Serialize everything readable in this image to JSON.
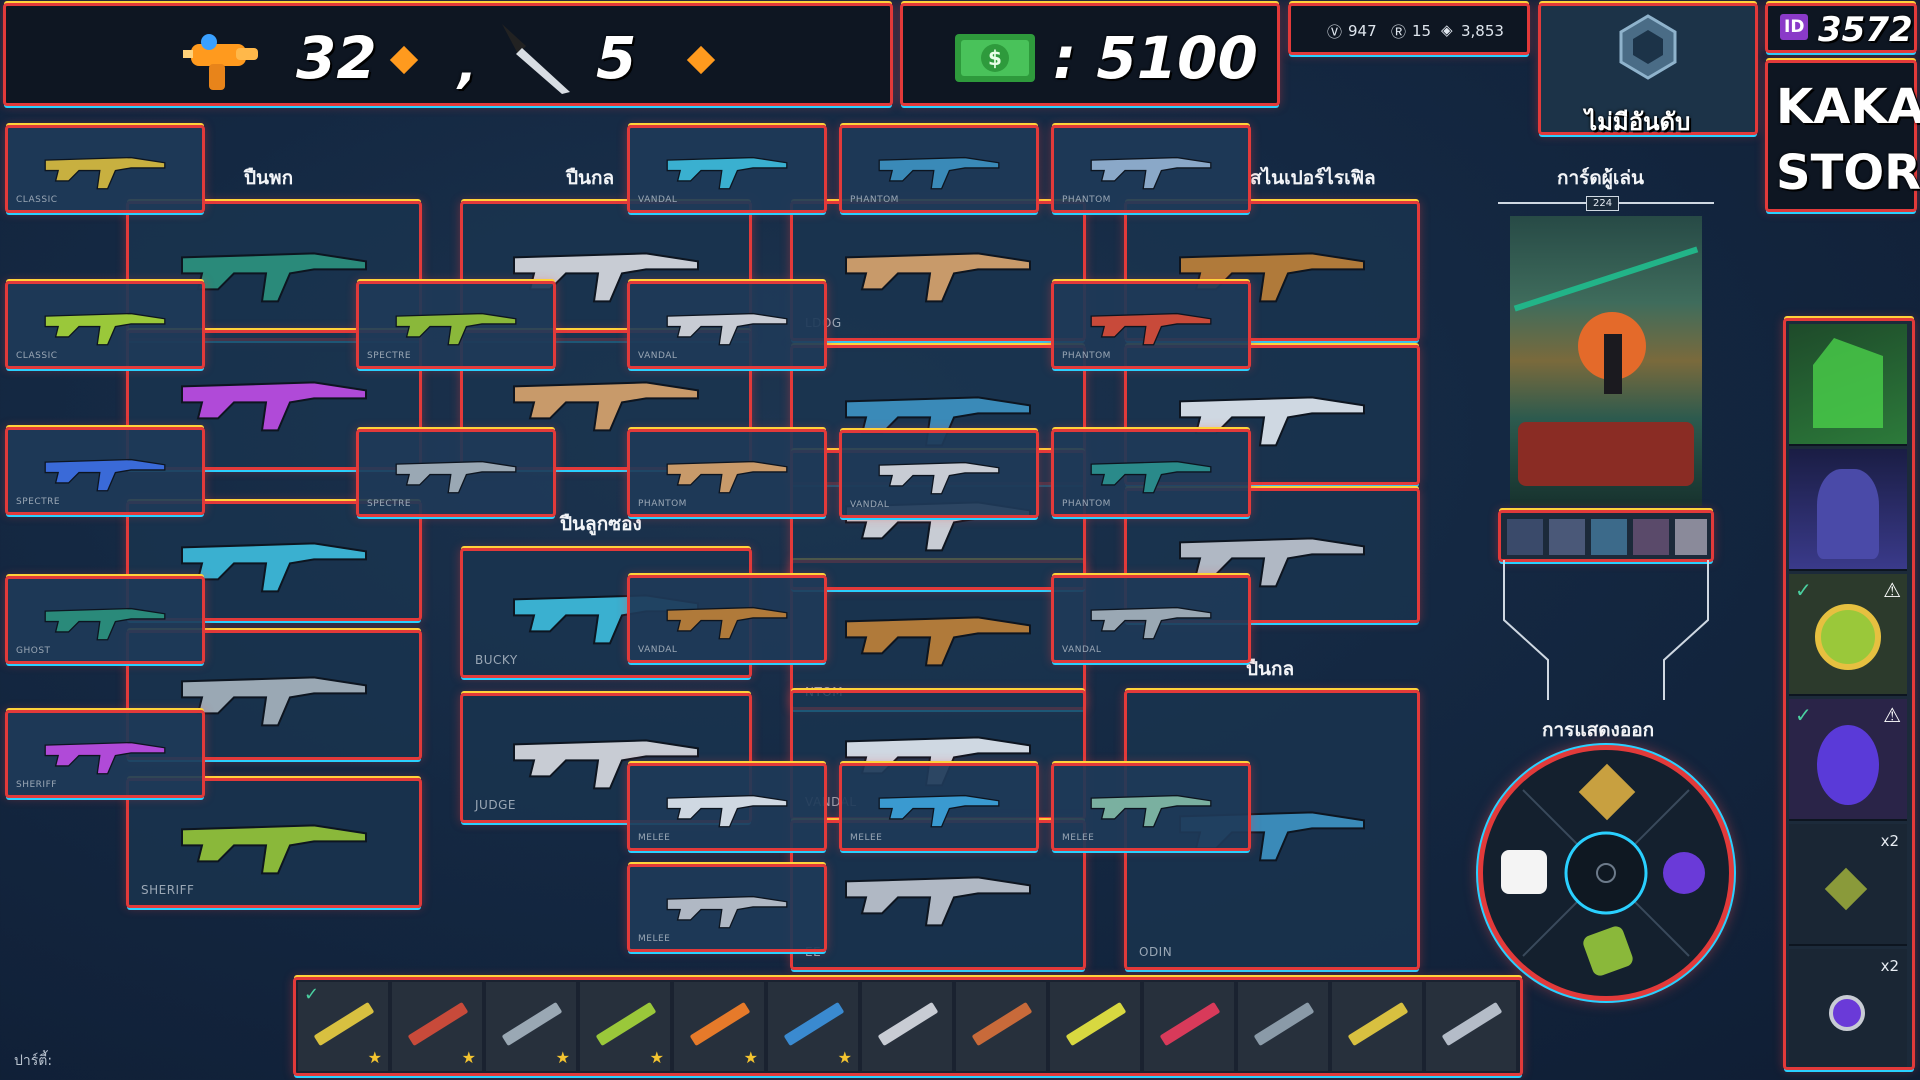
{
  "hud": {
    "kills_primary": "32",
    "separator": ",",
    "kills_melee": "5",
    "money": ": 5100",
    "stats": {
      "vp": "947",
      "rp": "15",
      "kc": "3,853"
    },
    "rank": "ไม่มีอันดับ",
    "id_label": "ID",
    "id_value": "3572"
  },
  "store": {
    "line1": "KAKAO",
    "line2": "STORE"
  },
  "categories": {
    "pistols": "ปืนพก",
    "rifles": "ปืนกล",
    "shotguns": "ปืนลูกซอง",
    "snipers": "สไนเปอร์ไรเฟิล",
    "heavy": "ปืนกล",
    "player_card": "การ์ดผู้เล่น",
    "expressions": "การแสดงออก"
  },
  "card_level": "224",
  "party_label": "ปาร์ตี้:",
  "large_panels": [
    {
      "label": ""
    },
    {
      "label": ""
    },
    {
      "label": "SHERIFF"
    },
    {
      "label": ""
    },
    {
      "label": "BUCKY"
    },
    {
      "label": "JUDGE"
    },
    {
      "label": "LDOG"
    },
    {
      "label": "NTOM"
    },
    {
      "label": "VANDAL"
    },
    {
      "label": "EE"
    },
    {
      "label": "ODIN"
    }
  ],
  "small_cards": [
    {
      "label": "CLASSIC"
    },
    {
      "label": "CLASSIC"
    },
    {
      "label": "SPECTRE"
    },
    {
      "label": "GHOST"
    },
    {
      "label": "SHERIFF"
    },
    {
      "label": "SPECTRE"
    },
    {
      "label": "SPECTRE"
    },
    {
      "label": "VANDAL"
    },
    {
      "label": "VANDAL"
    },
    {
      "label": "PHANTOM"
    },
    {
      "label": "VANDAL"
    },
    {
      "label": "MELEE"
    },
    {
      "label": "MELEE"
    },
    {
      "label": "PHANTOM"
    },
    {
      "label": "VANDAL"
    },
    {
      "label": "MELEE"
    },
    {
      "label": "PHANTOM"
    },
    {
      "label": "PHANTOM"
    },
    {
      "label": "PHANTOM"
    },
    {
      "label": "VANDAL"
    },
    {
      "label": "MELEE"
    }
  ],
  "buddies": [
    {
      "count": "x2"
    },
    {
      "count": "x2"
    }
  ],
  "colors": {
    "frame_red": "#e23a3a",
    "accent_orange": "#ff9a1e",
    "money_green": "#2e9a3c"
  }
}
